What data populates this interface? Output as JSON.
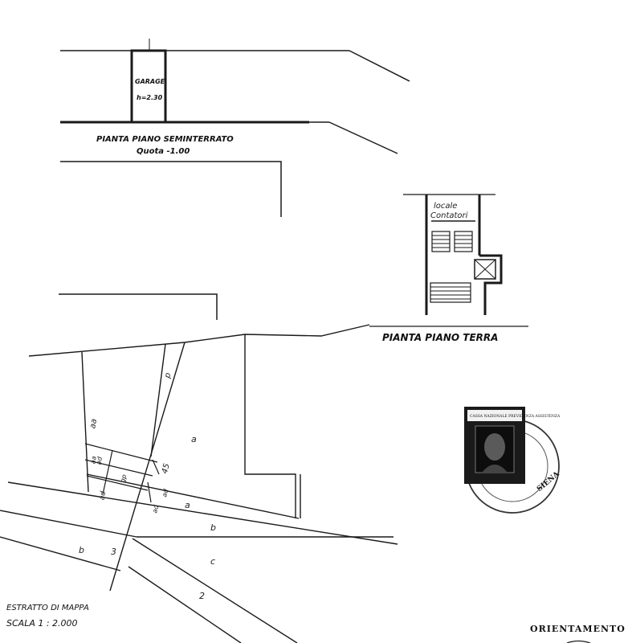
{
  "basement_plan": {
    "room_name": "GARAGE",
    "room_height": "h=2.30",
    "title": "PIANTA PIANO SEMINTERRATO",
    "elevation": "Quota -1.00"
  },
  "ground_plan": {
    "room_name_line1": "locale",
    "room_name_line2": "Contatori",
    "title": "PIANTA PIANO TERRA"
  },
  "cadastral_map": {
    "parcel_labels": [
      "aa",
      "a",
      "a",
      "b",
      "b",
      "c",
      "2",
      "3",
      "aa",
      "ad",
      "45",
      "p",
      "ad",
      "ad",
      "gp",
      "ad"
    ]
  },
  "map_extract": {
    "title": "ESTRATTO DI MAPPA",
    "scale": "SCALA 1 : 2.000"
  },
  "stamp": {
    "text_top": "CASSA NAZIONALE PREVIDENZA ASSISTENZA",
    "ring_text": "SIENA"
  },
  "orientation_label": "ORIENTAMENTO"
}
